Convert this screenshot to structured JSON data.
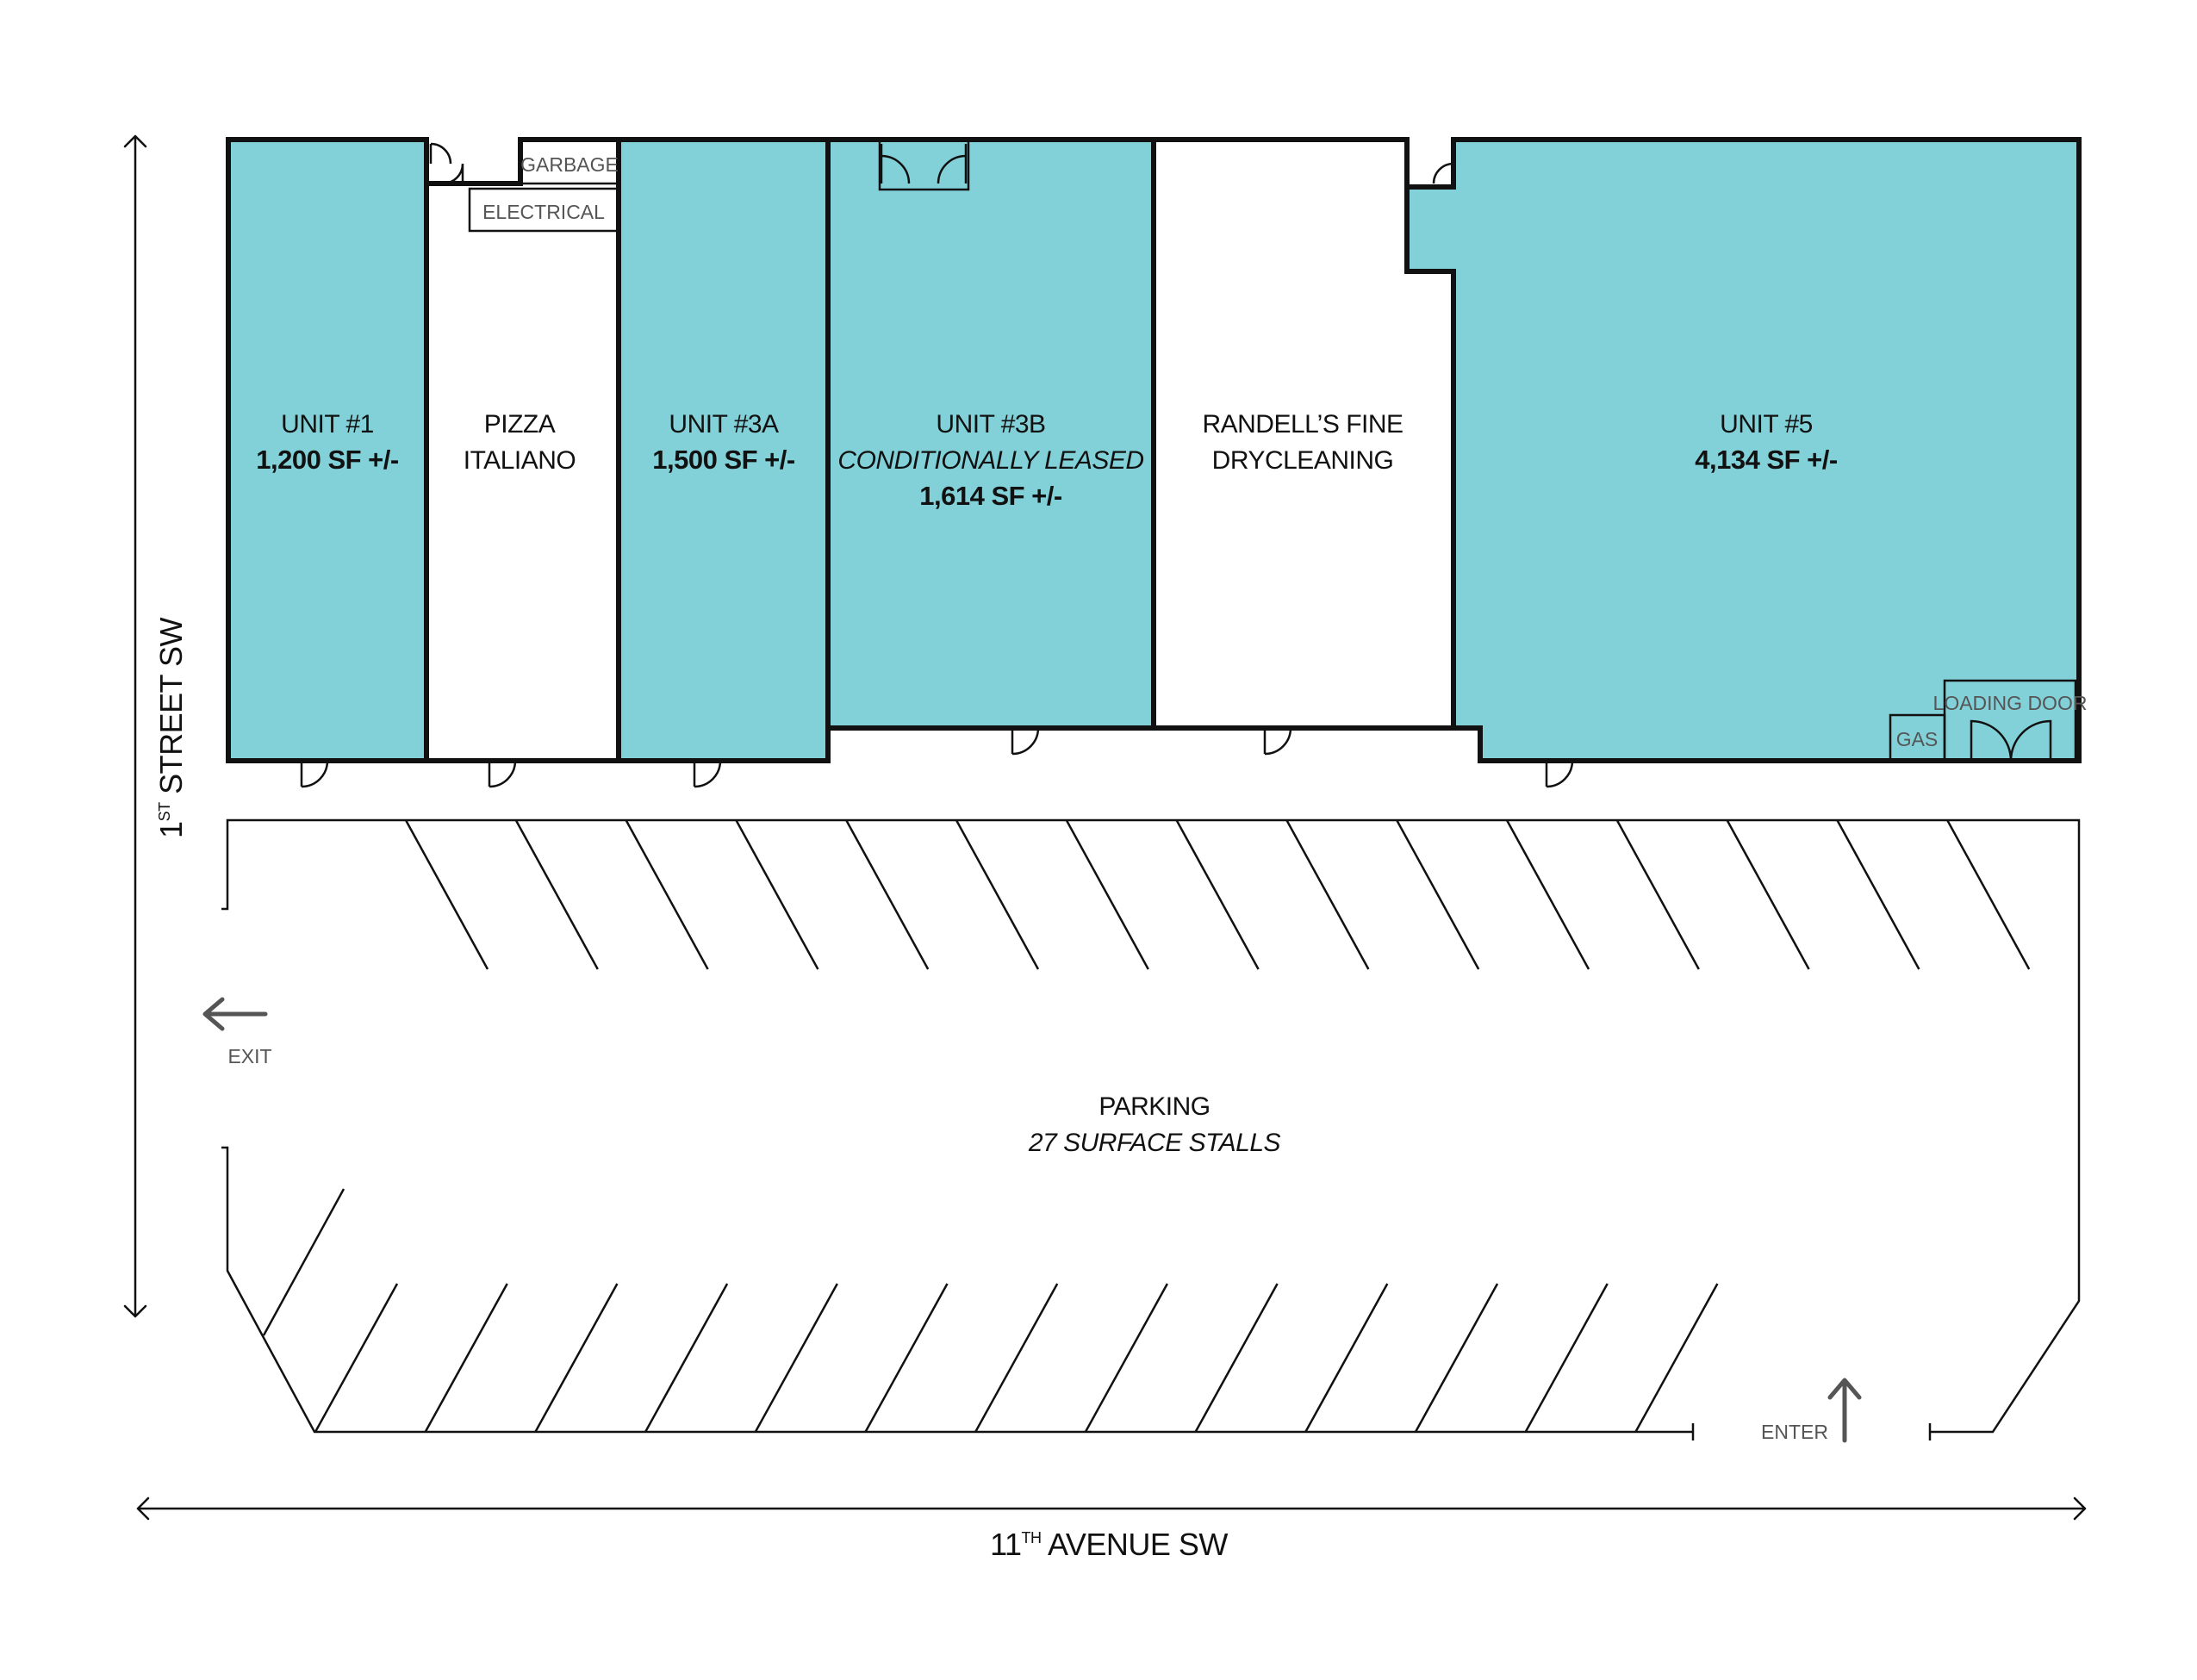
{
  "colors": {
    "available_unit": "#82d1d8",
    "occupied_unit": "#ffffff",
    "wall": "#111111",
    "muted_text": "#555555"
  },
  "units": [
    {
      "id": "unit-1",
      "status": "available",
      "line1": "UNIT #1",
      "line2": "1,200 SF +/-"
    },
    {
      "id": "pizza",
      "status": "occupied",
      "line1": "PIZZA",
      "line2": "ITALIANO"
    },
    {
      "id": "unit-3a",
      "status": "available",
      "line1": "UNIT #3A",
      "line2": "1,500 SF +/-"
    },
    {
      "id": "unit-3b",
      "status": "available",
      "line1": "UNIT #3B",
      "line2": "CONDITIONALLY LEASED",
      "line3": "1,614 SF +/-"
    },
    {
      "id": "randells",
      "status": "occupied",
      "line1": "RANDELL’S FINE",
      "line2": "DRYCLEANING"
    },
    {
      "id": "unit-5",
      "status": "available",
      "line1": "UNIT #5",
      "line2": "4,134 SF +/-"
    }
  ],
  "rooms": {
    "garbage": "GARBAGE",
    "electrical": "ELECTRICAL",
    "loading_door": "LOADING DOOR",
    "gas": "GAS"
  },
  "parking": {
    "title": "PARKING",
    "subtitle": "27 SURFACE STALLS",
    "exit_label": "EXIT",
    "enter_label": "ENTER"
  },
  "streets": {
    "side_prefix": "1",
    "side_sup": "ST",
    "side_suffix": " STREET SW",
    "bottom_prefix": "11",
    "bottom_sup": "TH",
    "bottom_suffix": " AVENUE SW"
  }
}
